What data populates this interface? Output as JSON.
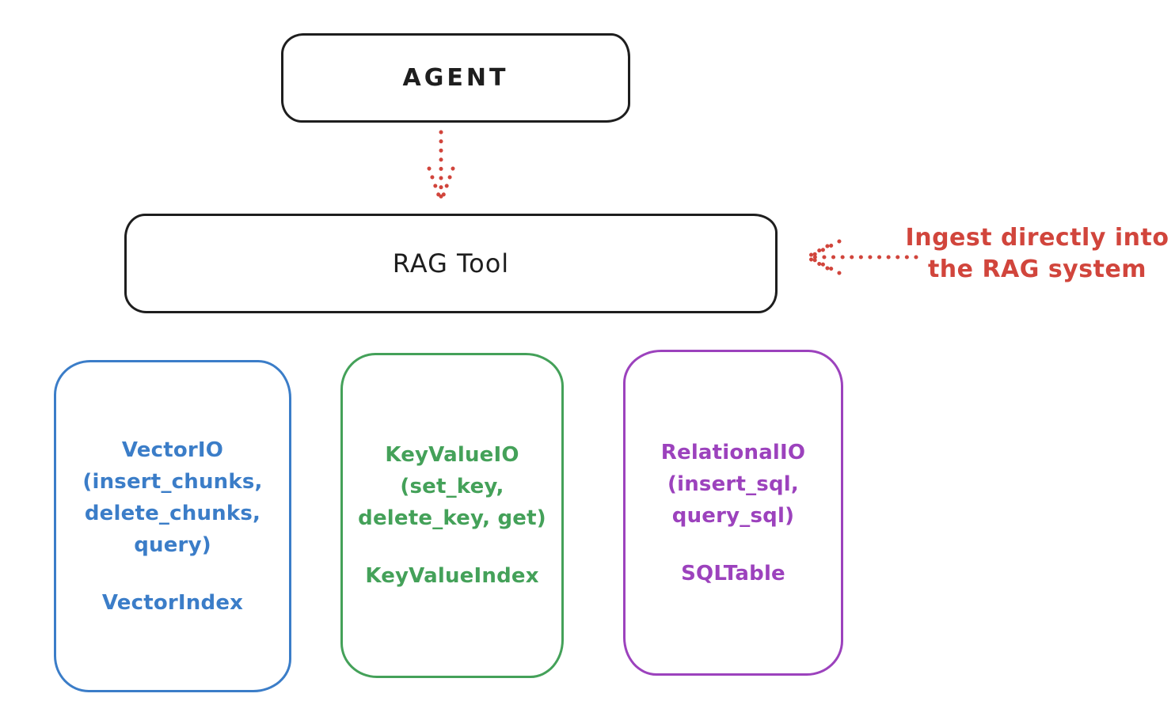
{
  "colors": {
    "stroke": "#1e1e1e",
    "accent_red": "#d1453c",
    "vector_blue": "#3b7dc8",
    "keyvalue_green": "#44a159",
    "relational_purple": "#9c42bd",
    "background": "#ffffff"
  },
  "nodes": {
    "agent": {
      "label": "AGENT"
    },
    "rag_tool": {
      "label": "RAG Tool"
    }
  },
  "annotation": {
    "line1": "Ingest directly into",
    "line2": "the RAG system"
  },
  "arrows": [
    {
      "name": "agent-to-rag-tool",
      "style": "dotted",
      "direction": "down"
    },
    {
      "name": "ingest-into-rag-tool",
      "style": "dotted",
      "direction": "left"
    }
  ],
  "cards": [
    {
      "lines": [
        "VectorIO",
        "(insert_chunks,",
        "delete_chunks,",
        "query)"
      ],
      "footer": "VectorIndex",
      "color": "#3b7dc8"
    },
    {
      "lines": [
        "KeyValueIO",
        "(set_key,",
        "delete_key, get)"
      ],
      "footer": "KeyValueIndex",
      "color": "#44a159"
    },
    {
      "lines": [
        "RelationalIO",
        "(insert_sql,",
        "query_sql)"
      ],
      "footer": "SQLTable",
      "color": "#9c42bd"
    }
  ]
}
